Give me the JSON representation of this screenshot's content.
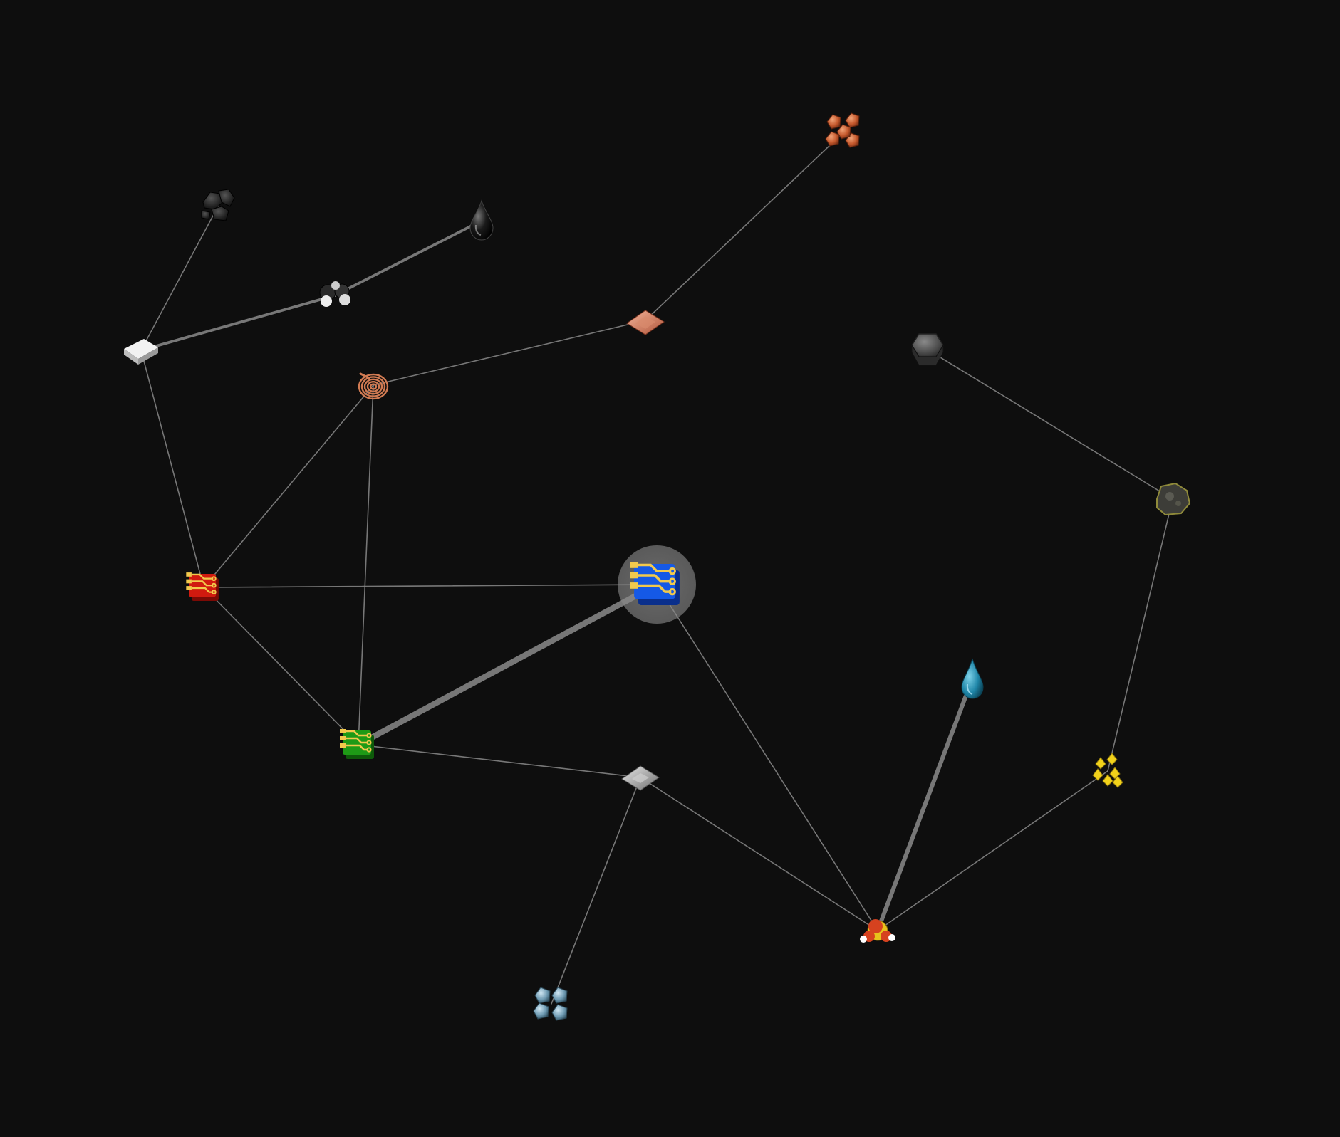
{
  "graph": {
    "background": "#0e0e0e",
    "edge_color": "#8a8a8a",
    "selected_node": "electronic-circuit",
    "nodes": [
      {
        "id": "coal",
        "icon": "coal-icon"
      },
      {
        "id": "crude-oil",
        "icon": "crude-oil-icon"
      },
      {
        "id": "petroleum-gas",
        "icon": "petroleum-gas-icon"
      },
      {
        "id": "plastic-bar",
        "icon": "plastic-bar-icon"
      },
      {
        "id": "copper-ore",
        "icon": "copper-ore-icon"
      },
      {
        "id": "copper-plate",
        "icon": "copper-plate-icon"
      },
      {
        "id": "copper-cable",
        "icon": "copper-cable-icon"
      },
      {
        "id": "stone-brick",
        "icon": "stone-brick-icon"
      },
      {
        "id": "stone",
        "icon": "stone-icon"
      },
      {
        "id": "advanced-circuit",
        "icon": "advanced-circuit-icon"
      },
      {
        "id": "processing-unit",
        "icon": "processing-unit-icon"
      },
      {
        "id": "electronic-circuit",
        "icon": "electronic-circuit-icon"
      },
      {
        "id": "water",
        "icon": "water-icon"
      },
      {
        "id": "iron-plate",
        "icon": "iron-plate-icon"
      },
      {
        "id": "sulfur",
        "icon": "sulfur-icon"
      },
      {
        "id": "sulfuric-acid",
        "icon": "sulfuric-acid-icon"
      },
      {
        "id": "iron-ore",
        "icon": "iron-ore-icon"
      }
    ],
    "edges": [
      {
        "from": "coal",
        "to": "plastic-bar",
        "weight": 1
      },
      {
        "from": "petroleum-gas",
        "to": "plastic-bar",
        "weight": 2
      },
      {
        "from": "crude-oil",
        "to": "petroleum-gas",
        "weight": 2
      },
      {
        "from": "plastic-bar",
        "to": "advanced-circuit",
        "weight": 1
      },
      {
        "from": "copper-ore",
        "to": "copper-plate",
        "weight": 1
      },
      {
        "from": "copper-plate",
        "to": "copper-cable",
        "weight": 1
      },
      {
        "from": "copper-cable",
        "to": "advanced-circuit",
        "weight": 1
      },
      {
        "from": "copper-cable",
        "to": "processing-unit",
        "weight": 1
      },
      {
        "from": "advanced-circuit",
        "to": "electronic-circuit",
        "weight": 1
      },
      {
        "from": "advanced-circuit",
        "to": "processing-unit",
        "weight": 1
      },
      {
        "from": "processing-unit",
        "to": "electronic-circuit",
        "weight": 4
      },
      {
        "from": "processing-unit",
        "to": "iron-plate",
        "weight": 1
      },
      {
        "from": "iron-ore",
        "to": "iron-plate",
        "weight": 1
      },
      {
        "from": "iron-plate",
        "to": "sulfuric-acid",
        "weight": 1
      },
      {
        "from": "electronic-circuit",
        "to": "sulfuric-acid",
        "weight": 1
      },
      {
        "from": "water",
        "to": "sulfuric-acid",
        "weight": 3
      },
      {
        "from": "sulfur",
        "to": "sulfuric-acid",
        "weight": 1
      },
      {
        "from": "stone",
        "to": "sulfur",
        "weight": 1
      },
      {
        "from": "stone-brick",
        "to": "stone",
        "weight": 1
      }
    ]
  }
}
